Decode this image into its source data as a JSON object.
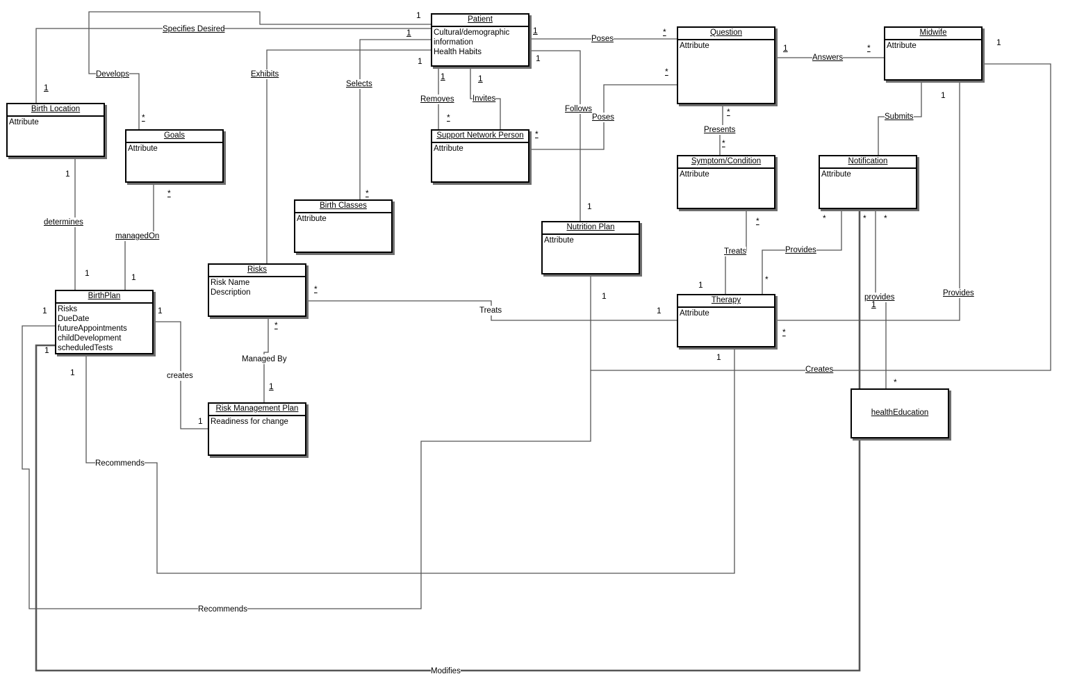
{
  "classes": {
    "patient": {
      "name": "Patient",
      "attrs": [
        "Cultural/demographic",
        "information",
        "Health Habits"
      ]
    },
    "question": {
      "name": "Question",
      "attrs": [
        "Attribute"
      ]
    },
    "midwife": {
      "name": "Midwife",
      "attrs": [
        "Attribute"
      ]
    },
    "birth_location": {
      "name": "Birth Location",
      "attrs": [
        "Attribute"
      ]
    },
    "goals": {
      "name": "Goals",
      "attrs": [
        "Attribute"
      ]
    },
    "support_network_person": {
      "name": "Support Network Person",
      "attrs": [
        "Attribute"
      ]
    },
    "symptom_condition": {
      "name": "Symptom/Condition",
      "attrs": [
        "Attribute"
      ]
    },
    "notification": {
      "name": "Notification",
      "attrs": [
        "Attribute"
      ]
    },
    "birth_classes": {
      "name": "Birth Classes",
      "attrs": [
        "Attribute"
      ]
    },
    "nutrition_plan": {
      "name": "Nutrition Plan",
      "attrs": [
        "Attribute"
      ]
    },
    "risks": {
      "name": "Risks",
      "attrs": [
        "Risk Name",
        "Description"
      ]
    },
    "birthplan": {
      "name": "BirthPlan",
      "attrs": [
        "Risks",
        "DueDate",
        "futureAppointments",
        "childDevelopment",
        "scheduledTests"
      ]
    },
    "therapy": {
      "name": "Therapy",
      "attrs": [
        "Attribute"
      ]
    },
    "risk_management_plan": {
      "name": "Risk Management Plan",
      "attrs": [
        "Readiness for change"
      ]
    },
    "health_education": {
      "name": "healthEducation",
      "attrs": []
    }
  },
  "associations": {
    "specifies_desired": "Specifies Desired",
    "develops": "Develops",
    "exhibits": "Exhibits",
    "selects": "Selects",
    "removes": "Removes",
    "invites": "Invites",
    "follows": "Follows",
    "poses_question": "Poses",
    "poses_support": "Poses",
    "answers": "Answers",
    "submits": "Submits",
    "presents": "Presents",
    "determines": "determines",
    "managed_on": "managedOn",
    "treats_symptom": "Treats",
    "provides_notif": "Provides",
    "provides_edu": "provides",
    "provides_midwife": "Provides",
    "treats_risks": "Treats",
    "creates_rmp": "creates",
    "managed_by": "Managed By",
    "creates": "Creates",
    "recommends_therapy": "Recommends",
    "recommends_nutrition": "Recommends",
    "modifies": "Modifies"
  },
  "multiplicities": {
    "m1": "1",
    "m2": "1",
    "m3": "1",
    "m4": "1",
    "m5": "1",
    "m6": "*",
    "m7": "*",
    "m8": "1",
    "m9": "*",
    "m10": "1",
    "m11": "1",
    "m12": "*",
    "m13": "1",
    "m14": "*",
    "m15": "*",
    "m16": "1",
    "m17": "*",
    "m18": "*",
    "m19": "*",
    "m20": "1",
    "m21": "*",
    "m22": "1",
    "m23": "1",
    "m24": "*",
    "m25": "*",
    "m26": "*",
    "m27": "*",
    "m28": "1",
    "m29": "1",
    "m30": "1",
    "m31": "1",
    "m32": "1",
    "m33": "*",
    "m34": "1",
    "m35": "1",
    "m36": "*",
    "m37": "*",
    "m38": "*",
    "m39": "1",
    "m40": "1",
    "m41": "1",
    "m42": "1",
    "m43": "1",
    "m44": "*",
    "m45": "1"
  }
}
